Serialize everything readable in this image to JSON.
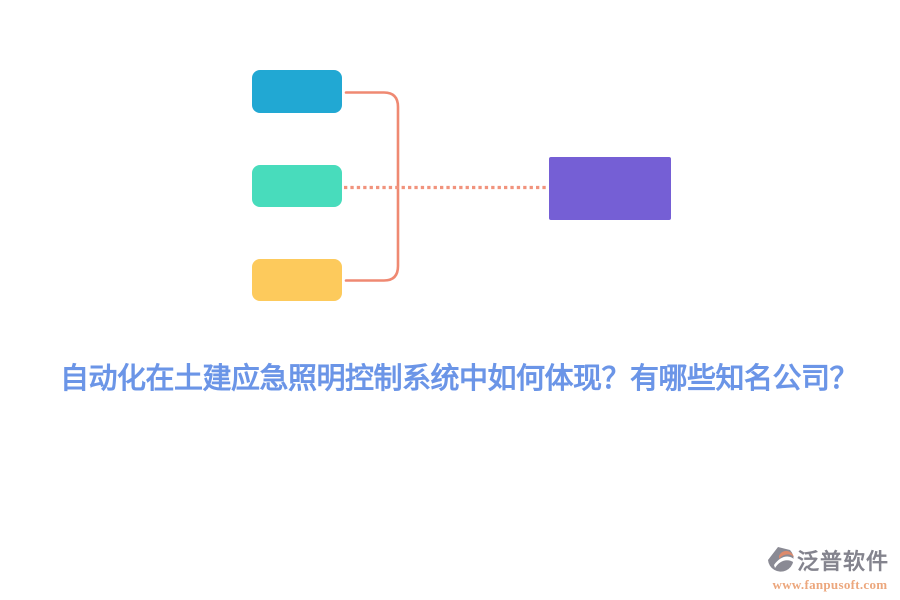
{
  "title": {
    "text": "自动化在土建应急照明控制系统中如何体现？有哪些知名公司？",
    "color": "#6B95E7"
  },
  "diagram": {
    "connector_color": "#EF8972",
    "dotted_connector_color": "#F1937D",
    "nodes": [
      {
        "id": "step-1",
        "color": "#21A8D3"
      },
      {
        "id": "step-2",
        "color": "#48DCBC"
      },
      {
        "id": "step-3",
        "color": "#FDCA5C"
      },
      {
        "id": "summary",
        "color": "#755FD5"
      }
    ]
  },
  "watermark": {
    "brand": "泛普软件",
    "url": "www.fanpusoft.com",
    "brand_color": "#84848E",
    "url_color": "#ECA77D",
    "logo_gray": "#8A8A94",
    "logo_accent": "#DD8A6C"
  }
}
